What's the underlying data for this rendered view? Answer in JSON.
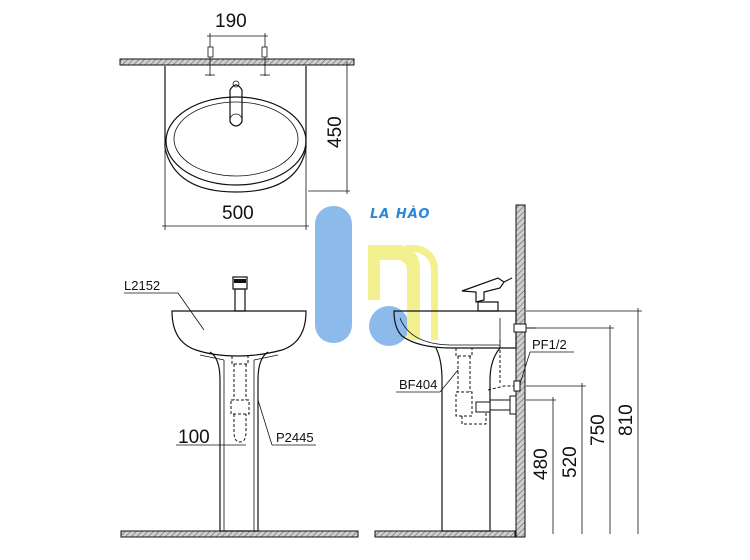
{
  "top_view": {
    "dims": {
      "faucet_spacing": "190",
      "depth": "450",
      "width": "500"
    }
  },
  "front_view": {
    "labels": {
      "basin_model": "L2152",
      "pedestal_model": "P2445"
    },
    "dims": {
      "drain_offset": "100"
    }
  },
  "side_view": {
    "labels": {
      "supply_valve": "PF1/2",
      "drain_trap": "BF404"
    },
    "dims": {
      "drain_height": "480",
      "supply_height": "520",
      "faucet_height": "750",
      "rim_height": "810"
    }
  },
  "watermark": {
    "text": "LA HÀO"
  },
  "colors": {
    "logo_blue": "#7fb2e8",
    "logo_yellow": "#f3f08a",
    "logo_text": "#2d86d6",
    "line": "#111111",
    "wall_gray": "#9a9a9a"
  }
}
